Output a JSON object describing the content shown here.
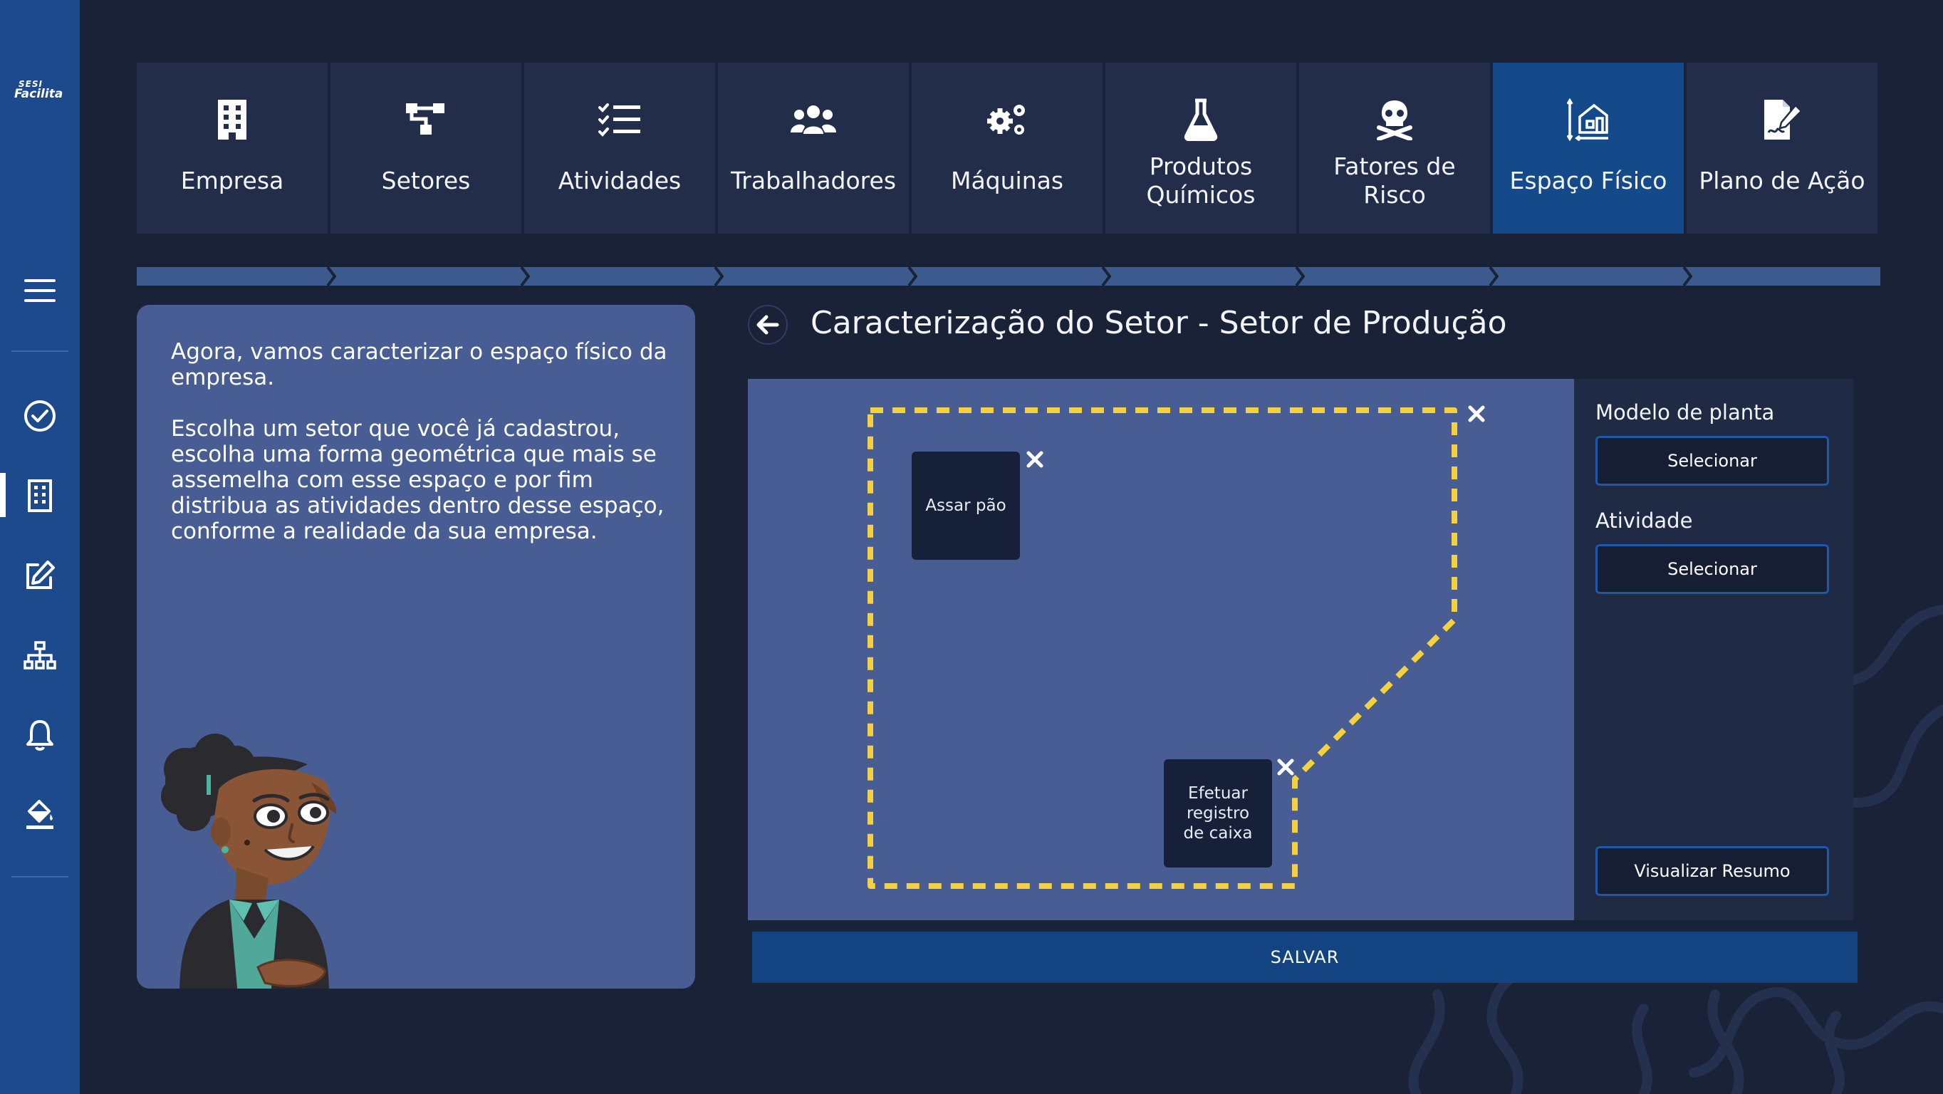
{
  "brand": {
    "logo_line1": "SESI",
    "logo_line2": "Facilita"
  },
  "rail": {
    "items": [
      {
        "icon": "menu-icon"
      },
      {
        "icon": "check-circle-icon"
      },
      {
        "icon": "building-icon",
        "active": true
      },
      {
        "icon": "edit-icon"
      },
      {
        "icon": "hierarchy-icon"
      },
      {
        "icon": "bell-icon"
      },
      {
        "icon": "paint-bucket-icon"
      }
    ]
  },
  "tabs": [
    {
      "label": "Empresa",
      "icon": "building-icon"
    },
    {
      "label": "Setores",
      "icon": "sitemap-icon"
    },
    {
      "label": "Atividades",
      "icon": "checklist-icon"
    },
    {
      "label": "Trabalhadores",
      "icon": "users-icon"
    },
    {
      "label": "Máquinas",
      "icon": "gears-icon"
    },
    {
      "label": "Produtos Químicos",
      "icon": "flask-icon"
    },
    {
      "label": "Fatores de Risco",
      "icon": "skull-icon"
    },
    {
      "label": "Espaço Físico",
      "icon": "floorplan-icon",
      "active": true
    },
    {
      "label": "Plano de Ação",
      "icon": "signature-icon"
    }
  ],
  "info": {
    "paragraph1": "Agora, vamos caracterizar o espaço físico da empresa.",
    "paragraph2": "Escolha um setor que você já cadastrou, escolha uma forma geométrica que mais se assemelha com esse espaço e por fim distribua as atividades dentro desse espaço, conforme a realidade da sua empresa."
  },
  "header": {
    "title": "Caracterização do Setor - Setor de Produção"
  },
  "canvas": {
    "activities": [
      {
        "label": "Assar pão"
      },
      {
        "label": "Efetuar registro de caixa"
      }
    ]
  },
  "side": {
    "model_label": "Modelo de planta",
    "model_button": "Selecionar",
    "activity_label": "Atividade",
    "activity_button": "Selecionar",
    "summary_button": "Visualizar Resumo"
  },
  "actions": {
    "save": "SALVAR"
  },
  "colors": {
    "background": "#1a2238",
    "rail": "#1c4a8c",
    "tab": "#222d4a",
    "tab_active": "#144a8a",
    "panel": "#475d93",
    "outline_dash": "#f5d142",
    "save": "#134380"
  }
}
